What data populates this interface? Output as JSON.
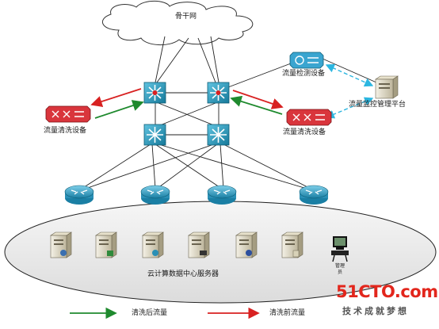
{
  "labels": {
    "backbone": "骨干网",
    "detect_device": "流量检测设备",
    "monitor_platform": "流量监控管理平台",
    "clean_device_left": "流量清洗设备",
    "clean_device_right": "流量清洗设备",
    "datacenter_servers": "云计算数据中心服务器",
    "admin": "管理员"
  },
  "legend": {
    "after_clean": "清洗后流量",
    "before_clean": "清洗前流量"
  },
  "watermark": {
    "brand": "51CTO.com",
    "slogan": "技术成就梦想"
  },
  "colors": {
    "switch": "#1c95b8",
    "router": "#2a8fb5",
    "cleaner": "#d9353c",
    "detector": "#3aa5d0",
    "clean_flow": "#1f8a2e",
    "raw_flow": "#d82121",
    "monitor_link": "#2bb6e0",
    "line": "#222222"
  },
  "icons": {
    "cloud": "cloud-icon",
    "core_switch": "multilayer-switch-icon",
    "router": "router-icon",
    "server": "server-icon",
    "admin": "admin-workstation-icon"
  }
}
